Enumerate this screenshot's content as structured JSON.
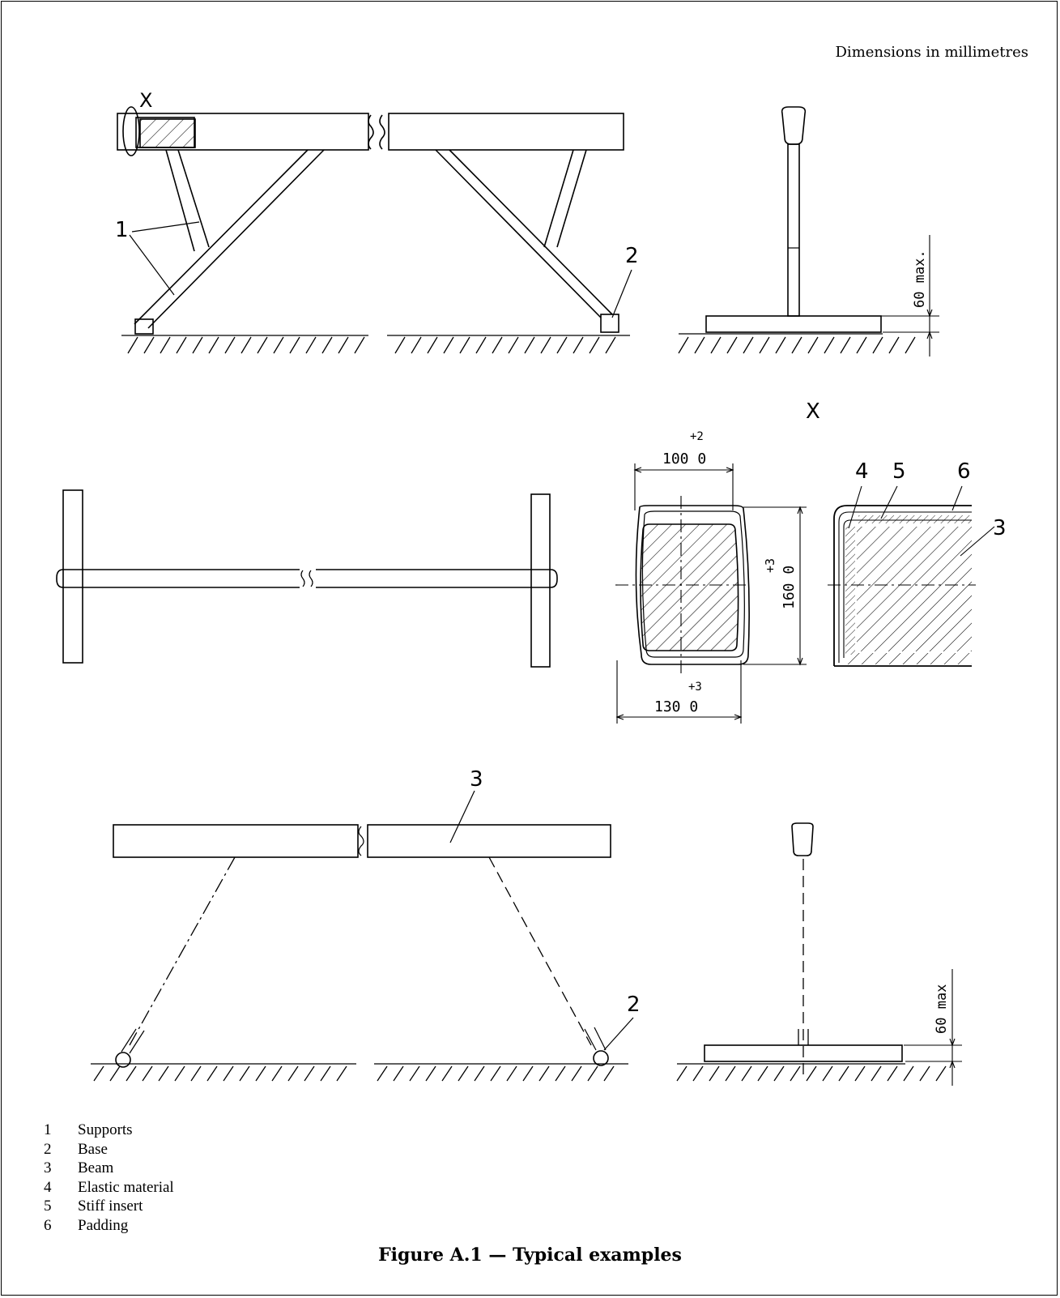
{
  "figure": {
    "note": "Dimensions in millimetres",
    "caption": "Figure A.1 — Typical examples",
    "detail_label": "X",
    "detail_title": "X",
    "callouts": {
      "supports": "1",
      "base": "2",
      "beam": "3",
      "elastic": "4",
      "stiff": "5",
      "padding": "6"
    },
    "dimensions": {
      "top_width": "100 0",
      "top_tol": "+2",
      "bottom_width": "130 0",
      "bottom_tol": "+3",
      "height": "160 0",
      "height_tol": "+3",
      "max_height_1": "60 max.",
      "max_height_2": "60 max"
    }
  },
  "key": [
    {
      "num": "1",
      "text": "Supports"
    },
    {
      "num": "2",
      "text": "Base"
    },
    {
      "num": "3",
      "text": "Beam"
    },
    {
      "num": "4",
      "text": "Elastic material"
    },
    {
      "num": "5",
      "text": "Stiff insert"
    },
    {
      "num": "6",
      "text": "Padding"
    }
  ]
}
